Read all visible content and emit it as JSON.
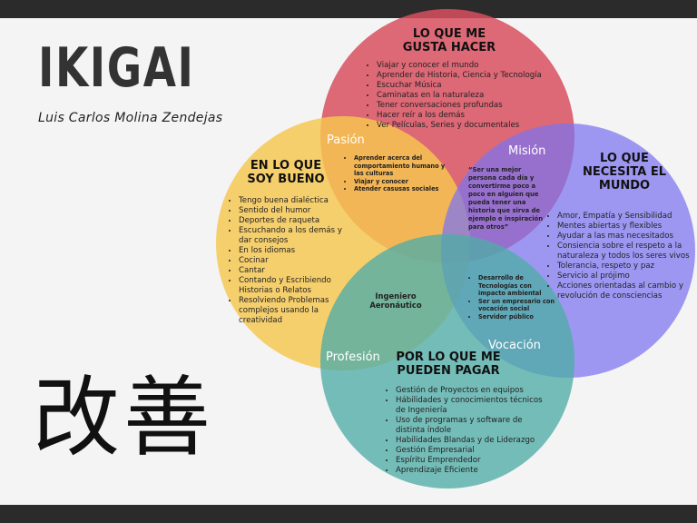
{
  "title": "IKIGAI",
  "author": "Luis Carlos Molina Zendejas",
  "kanji": "改善",
  "colors": {
    "love": "#d84f5f",
    "good": "#f7c74f",
    "world": "#7b73f0",
    "paid": "#4faca6",
    "bar": "#2b2b2b"
  },
  "circles": {
    "love": {
      "heading": "LO QUE ME\nGUSTA HACER",
      "items": [
        "Viajar y conocer el mundo",
        "Aprender de Historia, Ciencia y Tecnología",
        "Escuchar Música",
        "Caminatas en la naturaleza",
        "Tener conversaciones profundas",
        "Hacer reír a los demás",
        "Ver Películas, Series y documentales"
      ]
    },
    "good": {
      "heading": "EN LO QUE\nSOY BUENO",
      "items": [
        "Tengo buena dialéctica",
        "Sentido del humor",
        "Deportes de raqueta",
        "Escuchando a los demás y dar consejos",
        "En los idiomas",
        "Cocinar",
        "Cantar",
        "Contando y Escribiendo Historias o Relatos",
        "Resolviendo Problemas complejos usando la creatividad"
      ]
    },
    "world": {
      "heading": "LO QUE\nNECESITA EL\nMUNDO",
      "items": [
        "Amor, Empatía y Sensibilidad",
        "Mentes abiertas y flexibles",
        "Ayudar a las mas necesitados",
        "Consiencia sobre el respeto a la naturaleza y todos los seres vivos",
        "Tolerancia, respeto y paz",
        "Servicio al prójimo",
        "Acciones orientadas al cambio y revolución de consciencias"
      ]
    },
    "paid": {
      "heading": "POR LO QUE ME\nPUEDEN PAGAR",
      "items": [
        "Gestión de Proyectos en equipos",
        "Hábilidades y conocimientos técnicos de Ingeniería",
        "Uso de programas y software de distinta índole",
        "Habilidades Blandas y de Liderazgo",
        "Gestión Empresarial",
        "Espíritu Emprendedor",
        "Aprendizaje Eficiente"
      ]
    }
  },
  "overlaps": {
    "passion": {
      "label": "Pasión",
      "items": [
        "Aprender acerca del comportamiento humano y las culturas",
        "Viajar y conocer",
        "Atender casusas sociales"
      ]
    },
    "mission": {
      "label": "Misión",
      "quote": "“Ser una mejor persona cada día y convertirme poco a poco en alguien que pueda tener una historia que sirva de ejemplo e inspiración para otros”"
    },
    "vocation": {
      "label": "Vocación",
      "items": [
        "Desarrollo de Tecnologías con impacto ambiental",
        "Ser un empresario con vocación social",
        "Servidor público"
      ]
    },
    "profession": {
      "label": "Profesión"
    },
    "center": "Ingeniero\nAeronáutico"
  }
}
